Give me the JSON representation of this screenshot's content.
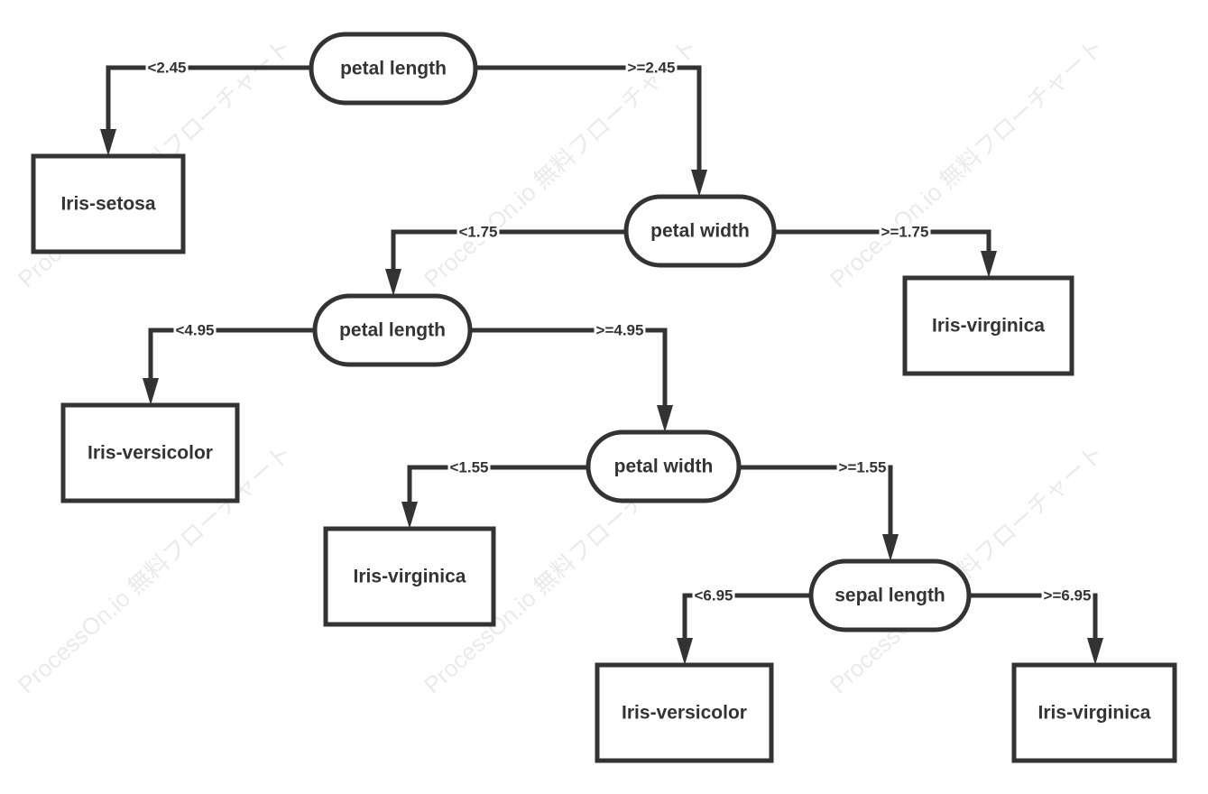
{
  "watermark": "ProcessOn.io 無料フローチャート",
  "colors": {
    "stroke": "#333333",
    "background": "#ffffff"
  },
  "nodes": [
    {
      "id": "n1",
      "shape": "rounded",
      "label": "petal length"
    },
    {
      "id": "n2",
      "shape": "rect",
      "label": "Iris-setosa"
    },
    {
      "id": "n3",
      "shape": "rounded",
      "label": "petal width"
    },
    {
      "id": "n4",
      "shape": "rect",
      "label": "Iris-virginica"
    },
    {
      "id": "n5",
      "shape": "rounded",
      "label": "petal length"
    },
    {
      "id": "n6",
      "shape": "rect",
      "label": "Iris-versicolor"
    },
    {
      "id": "n7",
      "shape": "rounded",
      "label": "petal width"
    },
    {
      "id": "n8",
      "shape": "rect",
      "label": "Iris-virginica"
    },
    {
      "id": "n9",
      "shape": "rounded",
      "label": "sepal length"
    },
    {
      "id": "n10",
      "shape": "rect",
      "label": "Iris-versicolor"
    },
    {
      "id": "n11",
      "shape": "rect",
      "label": "Iris-virginica"
    }
  ],
  "edges": [
    {
      "from": "n1",
      "to": "n2",
      "label": "<2.45"
    },
    {
      "from": "n1",
      "to": "n3",
      "label": ">=2.45"
    },
    {
      "from": "n3",
      "to": "n5",
      "label": "<1.75"
    },
    {
      "from": "n3",
      "to": "n4",
      "label": ">=1.75"
    },
    {
      "from": "n5",
      "to": "n6",
      "label": "<4.95"
    },
    {
      "from": "n5",
      "to": "n7",
      "label": ">=4.95"
    },
    {
      "from": "n7",
      "to": "n8",
      "label": "<1.55"
    },
    {
      "from": "n7",
      "to": "n9",
      "label": ">=1.55"
    },
    {
      "from": "n9",
      "to": "n10",
      "label": "<6.95"
    },
    {
      "from": "n9",
      "to": "n11",
      "label": ">=6.95"
    }
  ]
}
